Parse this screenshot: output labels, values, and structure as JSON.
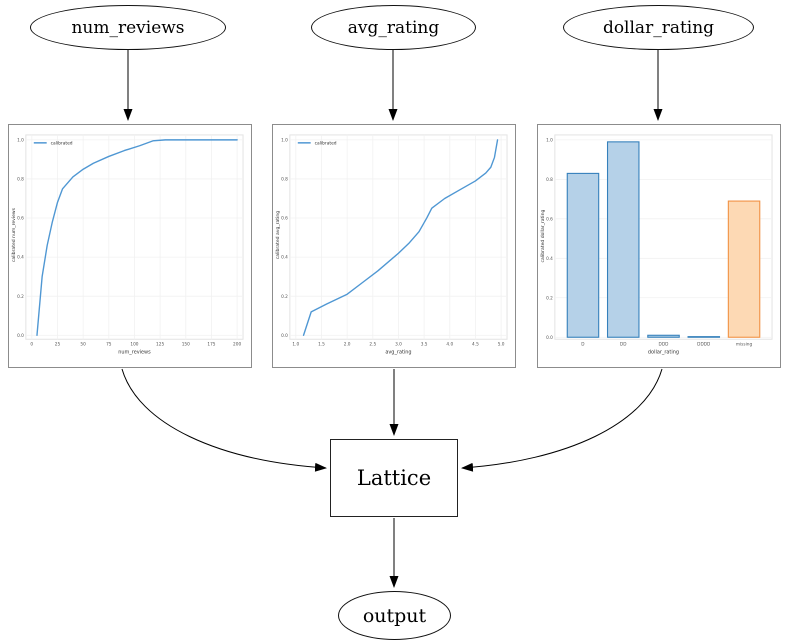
{
  "diagram": {
    "nodes": {
      "num_reviews": {
        "label": "num_reviews"
      },
      "avg_rating": {
        "label": "avg_rating"
      },
      "dollar_rating": {
        "label": "dollar_rating"
      },
      "lattice": {
        "label": "Lattice"
      },
      "output": {
        "label": "output"
      }
    },
    "edges": [
      {
        "from": "num_reviews",
        "to": "calibration-num_reviews"
      },
      {
        "from": "avg_rating",
        "to": "calibration-avg_rating"
      },
      {
        "from": "dollar_rating",
        "to": "calibration-dollar_rating"
      },
      {
        "from": "calibration-num_reviews",
        "to": "Lattice"
      },
      {
        "from": "calibration-avg_rating",
        "to": "Lattice"
      },
      {
        "from": "calibration-dollar_rating",
        "to": "Lattice"
      },
      {
        "from": "Lattice",
        "to": "output"
      }
    ]
  },
  "colors": {
    "line_blue": "#4f97d3",
    "bar_blue_fill": "#b5d1e8",
    "bar_blue_edge": "#3580bb",
    "bar_orange_fill": "#fdd9b4",
    "bar_orange_edge": "#f19143",
    "grid": "#f1f1f1",
    "spine": "#e3e3e3",
    "tick_text": "#555555",
    "label_text": "#333333",
    "edge_stroke": "#000000"
  },
  "chart_data": [
    {
      "type": "line",
      "title": "",
      "xlabel": "num_reviews",
      "ylabel": "calibrated num_reviews",
      "legend": [
        "calibrated"
      ],
      "legend_position": "upper left",
      "grid": true,
      "xlim": [
        0,
        200
      ],
      "ylim": [
        0.0,
        1.0
      ],
      "xticks": {
        "values": [
          0,
          25,
          50,
          75,
          100,
          125,
          150,
          175,
          200
        ],
        "labels": [
          "0",
          "25",
          "50",
          "75",
          "100",
          "125",
          "150",
          "175",
          "200"
        ]
      },
      "yticks": {
        "values": [
          0.0,
          0.2,
          0.4,
          0.6,
          0.8,
          1.0
        ],
        "labels": [
          "0.0",
          "0.2",
          "0.4",
          "0.6",
          "0.8",
          "1.0"
        ]
      },
      "series": [
        {
          "name": "calibrated",
          "x": [
            5,
            10,
            15,
            20,
            25,
            30,
            40,
            50,
            60,
            75,
            90,
            105,
            118,
            130,
            200
          ],
          "y": [
            0.0,
            0.3,
            0.46,
            0.58,
            0.68,
            0.75,
            0.81,
            0.85,
            0.88,
            0.915,
            0.945,
            0.97,
            0.995,
            1.0,
            1.0
          ]
        }
      ]
    },
    {
      "type": "line",
      "title": "",
      "xlabel": "avg_rating",
      "ylabel": "calibrated avg_rating",
      "legend": [
        "calibrated"
      ],
      "legend_position": "upper left",
      "grid": true,
      "xlim": [
        1.0,
        5.0
      ],
      "ylim": [
        0.0,
        1.0
      ],
      "xticks": {
        "values": [
          1.0,
          1.5,
          2.0,
          2.5,
          3.0,
          3.5,
          4.0,
          4.5,
          5.0
        ],
        "labels": [
          "1.0",
          "1.5",
          "2.0",
          "2.5",
          "3.0",
          "3.5",
          "4.0",
          "4.5",
          "5.0"
        ]
      },
      "yticks": {
        "values": [
          0.0,
          0.2,
          0.4,
          0.6,
          0.8,
          1.0
        ],
        "labels": [
          "0.0",
          "0.2",
          "0.4",
          "0.6",
          "0.8",
          "1.0"
        ]
      },
      "series": [
        {
          "name": "calibrated",
          "x": [
            1.15,
            1.3,
            1.6,
            2.0,
            2.3,
            2.6,
            3.0,
            3.2,
            3.4,
            3.55,
            3.65,
            3.9,
            4.2,
            4.5,
            4.7,
            4.8,
            4.87,
            4.93
          ],
          "y": [
            0.0,
            0.12,
            0.16,
            0.21,
            0.27,
            0.33,
            0.42,
            0.47,
            0.53,
            0.6,
            0.65,
            0.7,
            0.745,
            0.79,
            0.83,
            0.86,
            0.91,
            1.0
          ]
        }
      ]
    },
    {
      "type": "bar",
      "title": "",
      "xlabel": "dollar_rating",
      "ylabel": "calibrated dollar_rating",
      "grid": true,
      "ylim": [
        0.0,
        1.0
      ],
      "categories": [
        "D",
        "DD",
        "DDD",
        "DDDD",
        "missing"
      ],
      "values": [
        0.83,
        0.99,
        0.01,
        0.003,
        0.69
      ],
      "yticks": {
        "values": [
          0.0,
          0.2,
          0.4,
          0.6,
          0.8,
          1.0
        ],
        "labels": [
          "0.0",
          "0.2",
          "0.4",
          "0.6",
          "0.8",
          "1.0"
        ]
      },
      "bar_styles": [
        {
          "fill": "#b5d1e8",
          "edge": "#3580bb"
        },
        {
          "fill": "#b5d1e8",
          "edge": "#3580bb"
        },
        {
          "fill": "#b5d1e8",
          "edge": "#3580bb"
        },
        {
          "fill": "#b5d1e8",
          "edge": "#3580bb"
        },
        {
          "fill": "#fdd9b4",
          "edge": "#f19143"
        }
      ]
    }
  ]
}
